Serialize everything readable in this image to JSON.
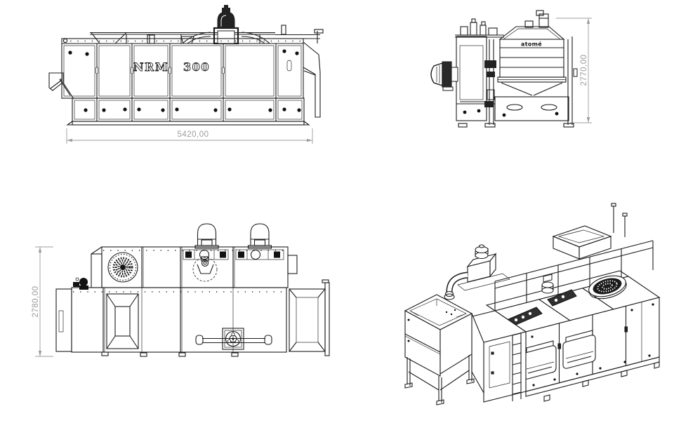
{
  "colors": {
    "background": "#ffffff",
    "line": "#1c1c1c",
    "dimension": "#9c9c9c",
    "dark_fill": "#111111"
  },
  "labels": {
    "model_prefix": "NRM",
    "model_number": "300",
    "logo": "atomé"
  },
  "dimensions": {
    "front_length": "5420,00",
    "end_height": "2770,00",
    "plan_width": "2780,00"
  }
}
